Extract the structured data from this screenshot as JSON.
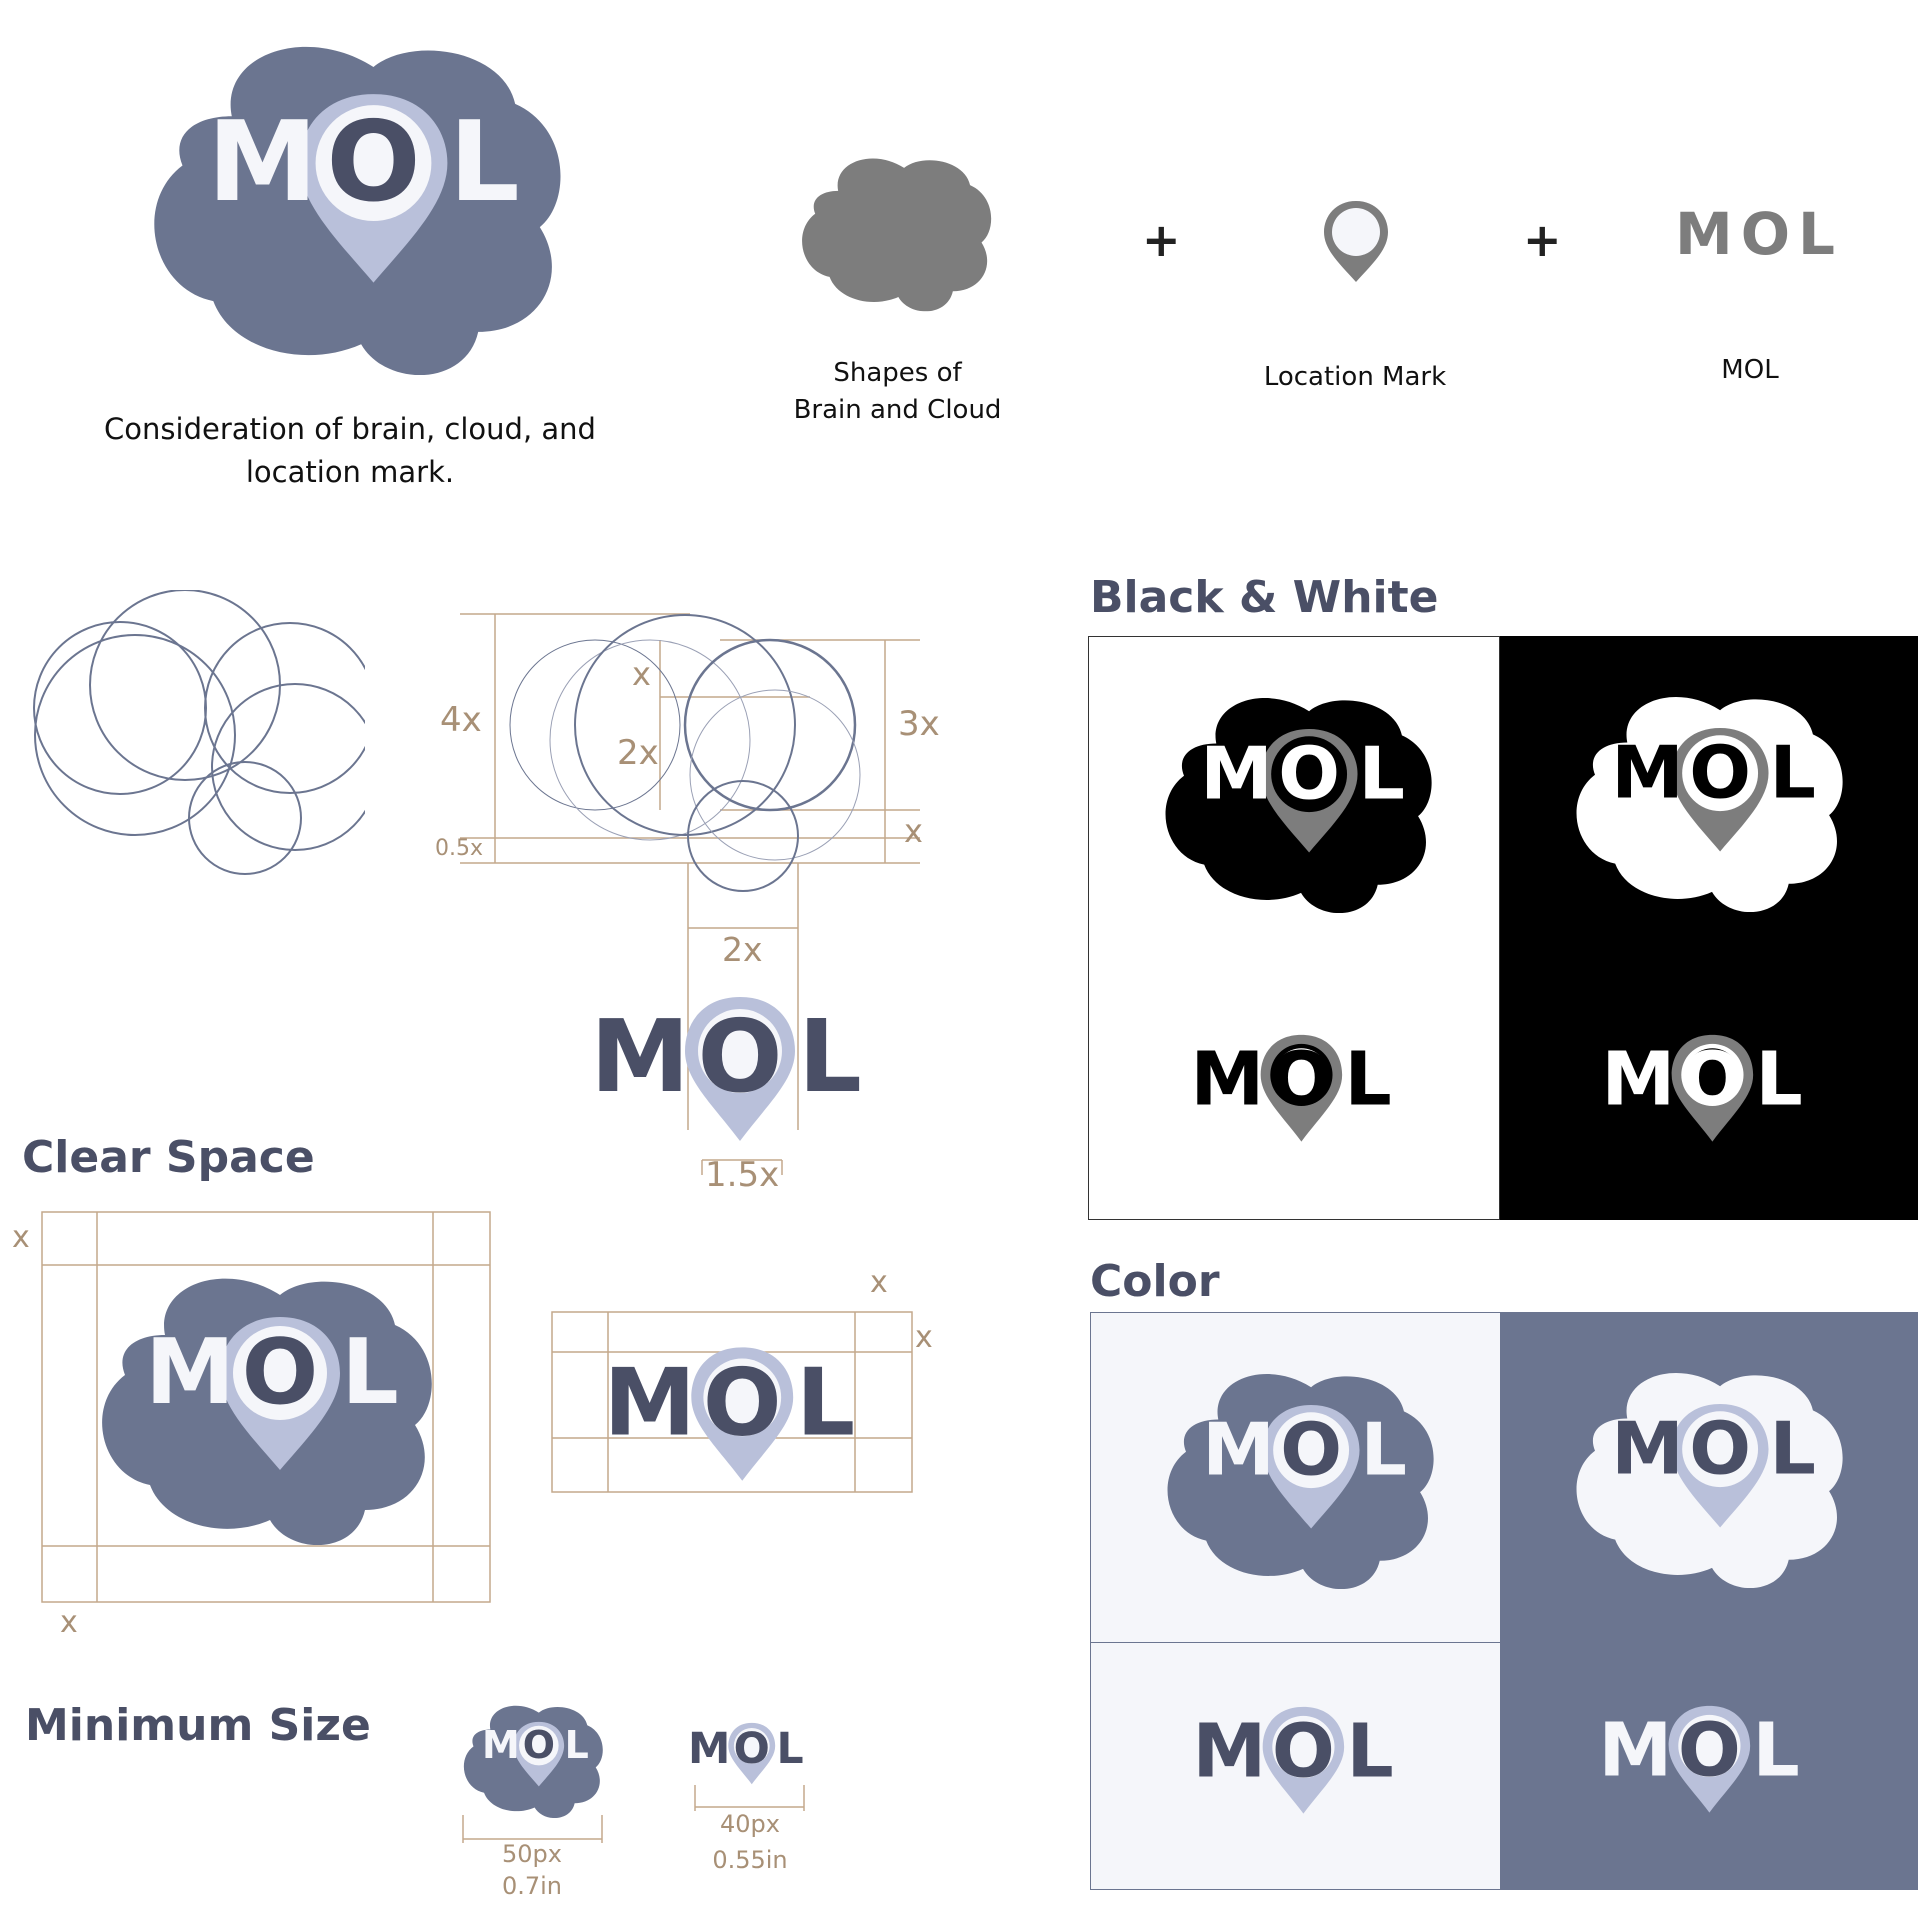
{
  "concept": {
    "caption_line1": "Consideration of brain, cloud, and",
    "caption_line2": "location mark.",
    "shapes_caption_line1": "Shapes of",
    "shapes_caption_line2": "Brain and Cloud",
    "plus1": "+",
    "plus2": "+",
    "location_caption": "Location Mark",
    "mol_caption": "MOL",
    "wordmark": "MOL"
  },
  "construction": {
    "dim_4x": "4x",
    "dim_x_top": "x",
    "dim_2x_inner": "2x",
    "dim_3x": "3x",
    "dim_x_right": "x",
    "dim_05x": "0.5x",
    "dim_2x_bottom": "2x",
    "dim_15x": "1.5x"
  },
  "clear_space": {
    "heading": "Clear Space",
    "x_left_top": "x",
    "x_left_bottom": "x",
    "x_right_top": "x",
    "x_right_side": "x"
  },
  "minimum_size": {
    "heading": "Minimum Size",
    "icon_px": "50px",
    "icon_in": "0.7in",
    "word_px": "40px",
    "word_in": "0.55in"
  },
  "black_white": {
    "heading": "Black & White"
  },
  "color_section": {
    "heading": "Color"
  },
  "colors": {
    "slate": "#6b7590",
    "navy": "#4a4f66",
    "lavender": "#b9c0da",
    "offwhite": "#f5f6fa",
    "gray": "#7d7d7d",
    "tan": "#c4a98c",
    "black": "#000000",
    "white": "#ffffff"
  },
  "icons": {
    "logo": "mol-cloud-logo",
    "cloud": "cloud-shape-icon",
    "pin": "location-pin-icon",
    "wordmark": "mol-wordmark"
  }
}
